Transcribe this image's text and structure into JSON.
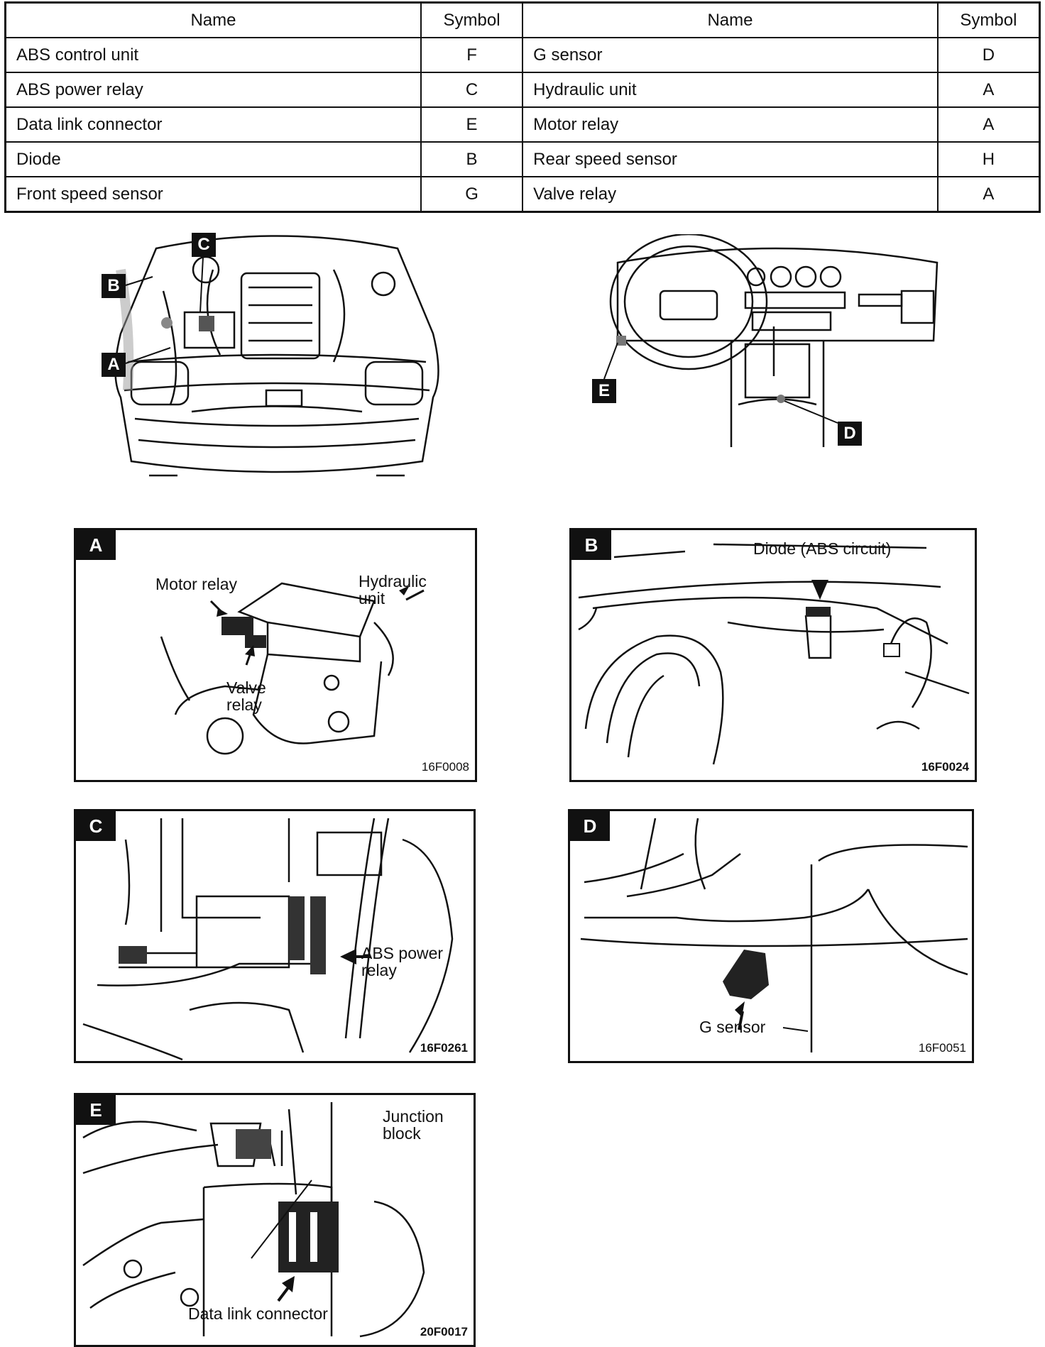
{
  "table": {
    "headers": [
      "Name",
      "Symbol",
      "Name",
      "Symbol"
    ],
    "rows": [
      {
        "name1": "ABS control unit",
        "sym1": "F",
        "name2": "G sensor",
        "sym2": "D"
      },
      {
        "name1": "ABS power relay",
        "sym1": "C",
        "name2": "Hydraulic unit",
        "sym2": "A"
      },
      {
        "name1": "Data link connector",
        "sym1": "E",
        "name2": "Motor relay",
        "sym2": "A"
      },
      {
        "name1": "Diode",
        "sym1": "B",
        "name2": "Rear speed sensor",
        "sym2": "H"
      },
      {
        "name1": "Front speed sensor",
        "sym1": "G",
        "name2": "Valve relay",
        "sym2": "A"
      }
    ]
  },
  "overview": {
    "engine_tags": [
      "C",
      "B",
      "A"
    ],
    "dash_tags": [
      "E",
      "D"
    ]
  },
  "panels": {
    "A": {
      "tag": "A",
      "code": "16F0008",
      "labels": {
        "motor_relay": "Motor relay",
        "hydraulic_1": "Hydraulic",
        "hydraulic_2": "unit",
        "valve_1": "Valve",
        "valve_2": "relay"
      }
    },
    "B": {
      "tag": "B",
      "code": "16F0024",
      "labels": {
        "diode": "Diode (ABS circuit)"
      }
    },
    "C": {
      "tag": "C",
      "code": "16F0261",
      "labels": {
        "abs_1": "ABS power",
        "abs_2": "relay"
      }
    },
    "D": {
      "tag": "D",
      "code": "16F0051",
      "labels": {
        "gsensor": "G sensor"
      }
    },
    "E": {
      "tag": "E",
      "code": "20F0017",
      "labels": {
        "junction_1": "Junction",
        "junction_2": "block",
        "dlc": "Data link connector"
      }
    }
  }
}
